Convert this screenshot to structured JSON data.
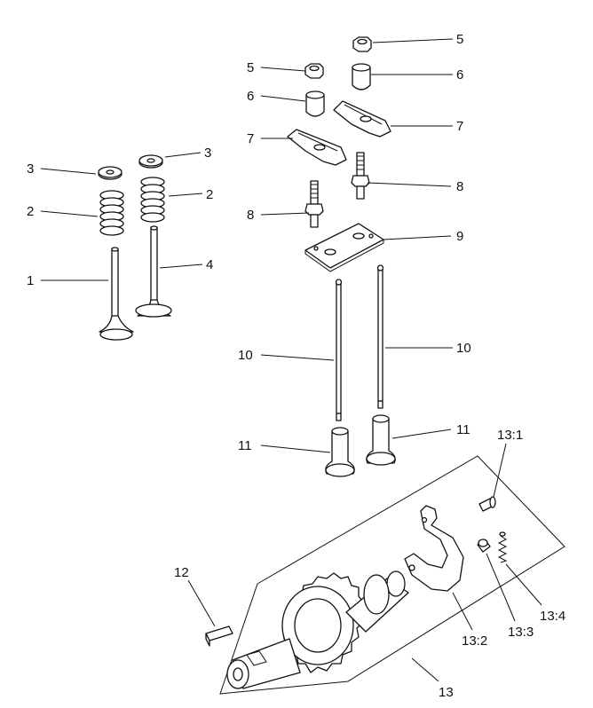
{
  "diagram": {
    "callouts": [
      {
        "id": "c-1",
        "text": "1"
      },
      {
        "id": "c-2a",
        "text": "2"
      },
      {
        "id": "c-2b",
        "text": "2"
      },
      {
        "id": "c-3a",
        "text": "3"
      },
      {
        "id": "c-3b",
        "text": "3"
      },
      {
        "id": "c-4",
        "text": "4"
      },
      {
        "id": "c-5a",
        "text": "5"
      },
      {
        "id": "c-5b",
        "text": "5"
      },
      {
        "id": "c-6a",
        "text": "6"
      },
      {
        "id": "c-6b",
        "text": "6"
      },
      {
        "id": "c-7a",
        "text": "7"
      },
      {
        "id": "c-7b",
        "text": "7"
      },
      {
        "id": "c-8a",
        "text": "8"
      },
      {
        "id": "c-8b",
        "text": "8"
      },
      {
        "id": "c-9",
        "text": "9"
      },
      {
        "id": "c-10a",
        "text": "10"
      },
      {
        "id": "c-10b",
        "text": "10"
      },
      {
        "id": "c-11a",
        "text": "11"
      },
      {
        "id": "c-11b",
        "text": "11"
      },
      {
        "id": "c-12",
        "text": "12"
      },
      {
        "id": "c-13",
        "text": "13"
      },
      {
        "id": "c-13-1",
        "text": "13:1"
      },
      {
        "id": "c-13-2",
        "text": "13:2"
      },
      {
        "id": "c-13-3",
        "text": "13:3"
      },
      {
        "id": "c-13-4",
        "text": "13:4"
      }
    ],
    "colors": {
      "line": "#111111",
      "background": "#ffffff",
      "shade": "#dddddd"
    }
  }
}
